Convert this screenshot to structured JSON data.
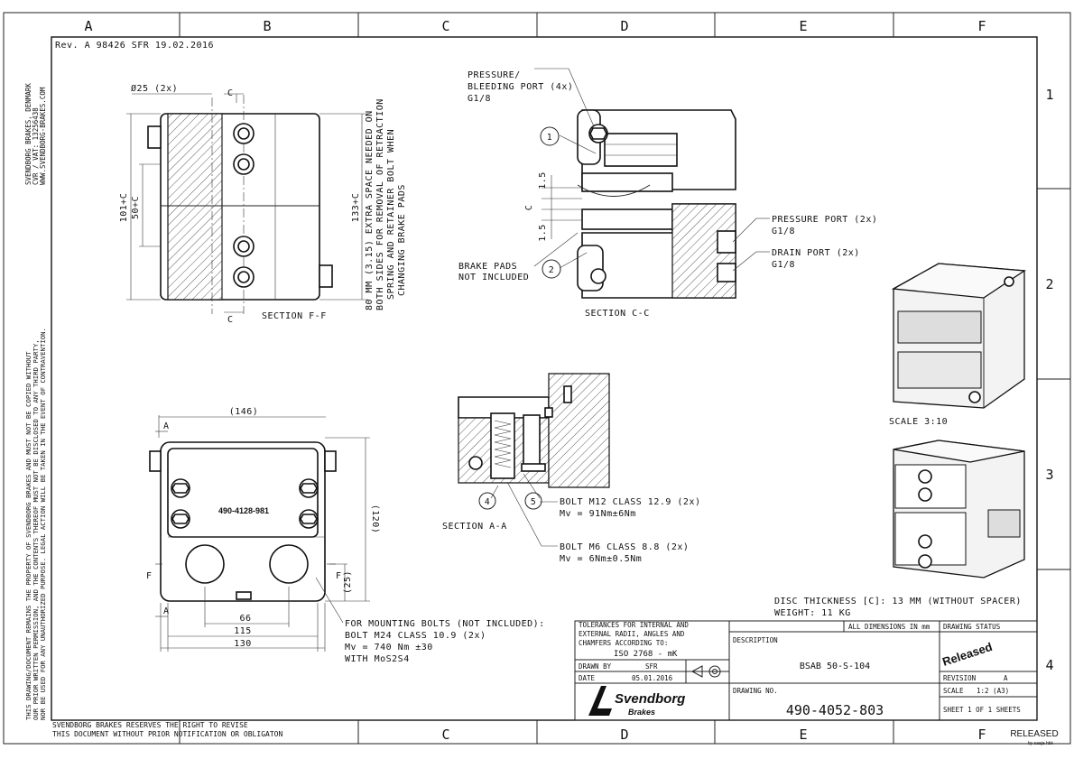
{
  "frame": {
    "columns": [
      "A",
      "B",
      "C",
      "D",
      "E",
      "F"
    ],
    "rows": [
      "1",
      "2",
      "3",
      "4"
    ]
  },
  "revision_line": "Rev. A 98426 SFR 19.02.2016",
  "side_company": [
    "SVENDBORG BRAKES, DENMARK",
    "CVR / VAT: 13256438",
    "WWW.SVENDBORG-BRAKES.COM"
  ],
  "side_copyright": [
    "THIS DRAWING/DOCUMENT REMAINS THE PROPERTY OF SVENDBORG BRAKES AND MUST NOT BE COPIED WITHOUT",
    "OUR PRIOR WRITTEN PERMISSION, AND THE CONTENTS THEREOF MUST NOT BE DISCLOSED TO ANY THIRD PARTY,",
    "NOR BE USED FOR ANY UNAUTHORIZED PURPOSE. LEGAL ACTION WILL BE TAKEN IN THE EVENT OF CONTRAVENTION."
  ],
  "section_ff": {
    "dia": "Ø25 (2x)",
    "cut": "C",
    "dim_101": "101+C",
    "dim_50": "50+C",
    "dim_133": "133+C",
    "note": [
      "80 MM (3.15) EXTRA SPACE NEEDED ON",
      "BOTH SIDES FOR REMOVAL OF RETRACTION",
      "SPRING AND RETAINER BOLT WHEN",
      "CHANGING BRAKE PADS"
    ],
    "title": "SECTION  F-F"
  },
  "section_cc": {
    "pressure_bleed": [
      "PRESSURE/",
      "BLEEDING PORT (4x)",
      "G1/8"
    ],
    "pressure_port": [
      "PRESSURE PORT (2x)",
      "G1/8"
    ],
    "drain_port": [
      "DRAIN PORT (2x)",
      "G1/8"
    ],
    "brake_pads": [
      "BRAKE PADS",
      "NOT INCLUDED"
    ],
    "dim_c": "C",
    "dim_15a": "1.5",
    "dim_15b": "1.5",
    "balloon_1": "1",
    "balloon_2": "2",
    "title": "SECTION  C-C"
  },
  "front_view": {
    "dim_146": "(146)",
    "dim_120": "(120)",
    "dim_25": "(25)",
    "dim_66": "66",
    "dim_115": "115",
    "dim_130": "130",
    "plate": "490-4128-981",
    "cut_a": "A",
    "cut_f": "F"
  },
  "mounting": [
    "FOR MOUNTING BOLTS (NOT INCLUDED):",
    "BOLT M24 CLASS 10.9 (2x)",
    "Mv = 740 Nm ±30",
    "WITH MoS2S4"
  ],
  "section_aa": {
    "balloon_4": "4",
    "balloon_5": "5",
    "bolt_m12": [
      "BOLT M12 CLASS 12.9 (2x)",
      "Mv = 91Nm±6Nm"
    ],
    "bolt_m6": [
      "BOLT M6 CLASS 8.8 (2x)",
      "Mv = 6Nm±0.5Nm"
    ],
    "title": "SECTION  A-A"
  },
  "scale_note": "SCALE  3:10",
  "disc": [
    "DISC THICKNESS [C]: 13 MM (WITHOUT SPACER)",
    "WEIGHT: 11 KG"
  ],
  "bottom_left": [
    "SVENDBORG BRAKES RESERVES THE RIGHT TO REVISE",
    "THIS DOCUMENT WITHOUT PRIOR NOTIFICATION OR OBLIGATON"
  ],
  "title_block": {
    "tolerances": [
      "TOLERANCES FOR INTERNAL AND",
      "EXTERNAL RADII, ANGLES AND",
      "CHAMFERS ACCORDING TO:"
    ],
    "iso": "ISO 2768 - mK",
    "all_dims": "ALL DIMENSIONS IN mm",
    "drawing_status_label": "DRAWING STATUS",
    "status": "Released",
    "description_label": "DESCRIPTION",
    "description": "BSAB 50-S-104",
    "drawn_by_label": "DRAWN BY",
    "drawn_by": "SFR",
    "date_label": "DATE",
    "date": "05.01.2016",
    "revision_label": "REVISION",
    "revision": "A",
    "scale_label": "SCALE",
    "scale": "1:2 (A3)",
    "drawing_no_label": "DRAWING NO.",
    "drawing_no": "490-4052-803",
    "sheet": "SHEET 1 OF 1 SHEETS",
    "logo_main": "Svendborg",
    "logo_sub": "Brakes"
  },
  "released_stamp": "RELEASED",
  "released_by": "by saaja hbk"
}
